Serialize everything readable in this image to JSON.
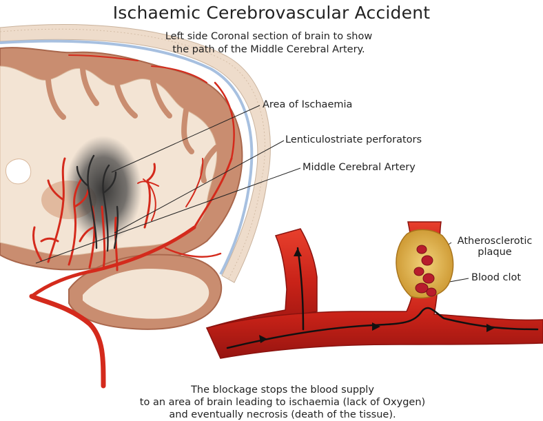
{
  "title": "Ischaemic Cerebrovascular Accident",
  "subtitle": [
    "Left side Coronal section of brain to show",
    "the path of the Middle Cerebral Artery."
  ],
  "labels": {
    "ischaemia": "Area of Ischaemia",
    "perforators": "Lenticulostriate perforators",
    "mca": "Middle Cerebral Artery",
    "plaque": [
      "Atherosclerotic",
      "plaque"
    ],
    "clot": "Blood clot"
  },
  "caption": [
    "The blockage stops the blood supply",
    "to an area of brain leading to ischaemia (lack of Oxygen)",
    "and eventually necrosis (death of the tissue)."
  ],
  "colors": {
    "artery": "#d42a1c",
    "artery_dark": "#9e1510",
    "grey_matter": "#c98d70",
    "white_matter": "#f3e4d4",
    "skull": "#e9d7c4",
    "meninges": "#a7c0e0",
    "plaque": "#e3b64a",
    "clot": "#b81d2c"
  }
}
